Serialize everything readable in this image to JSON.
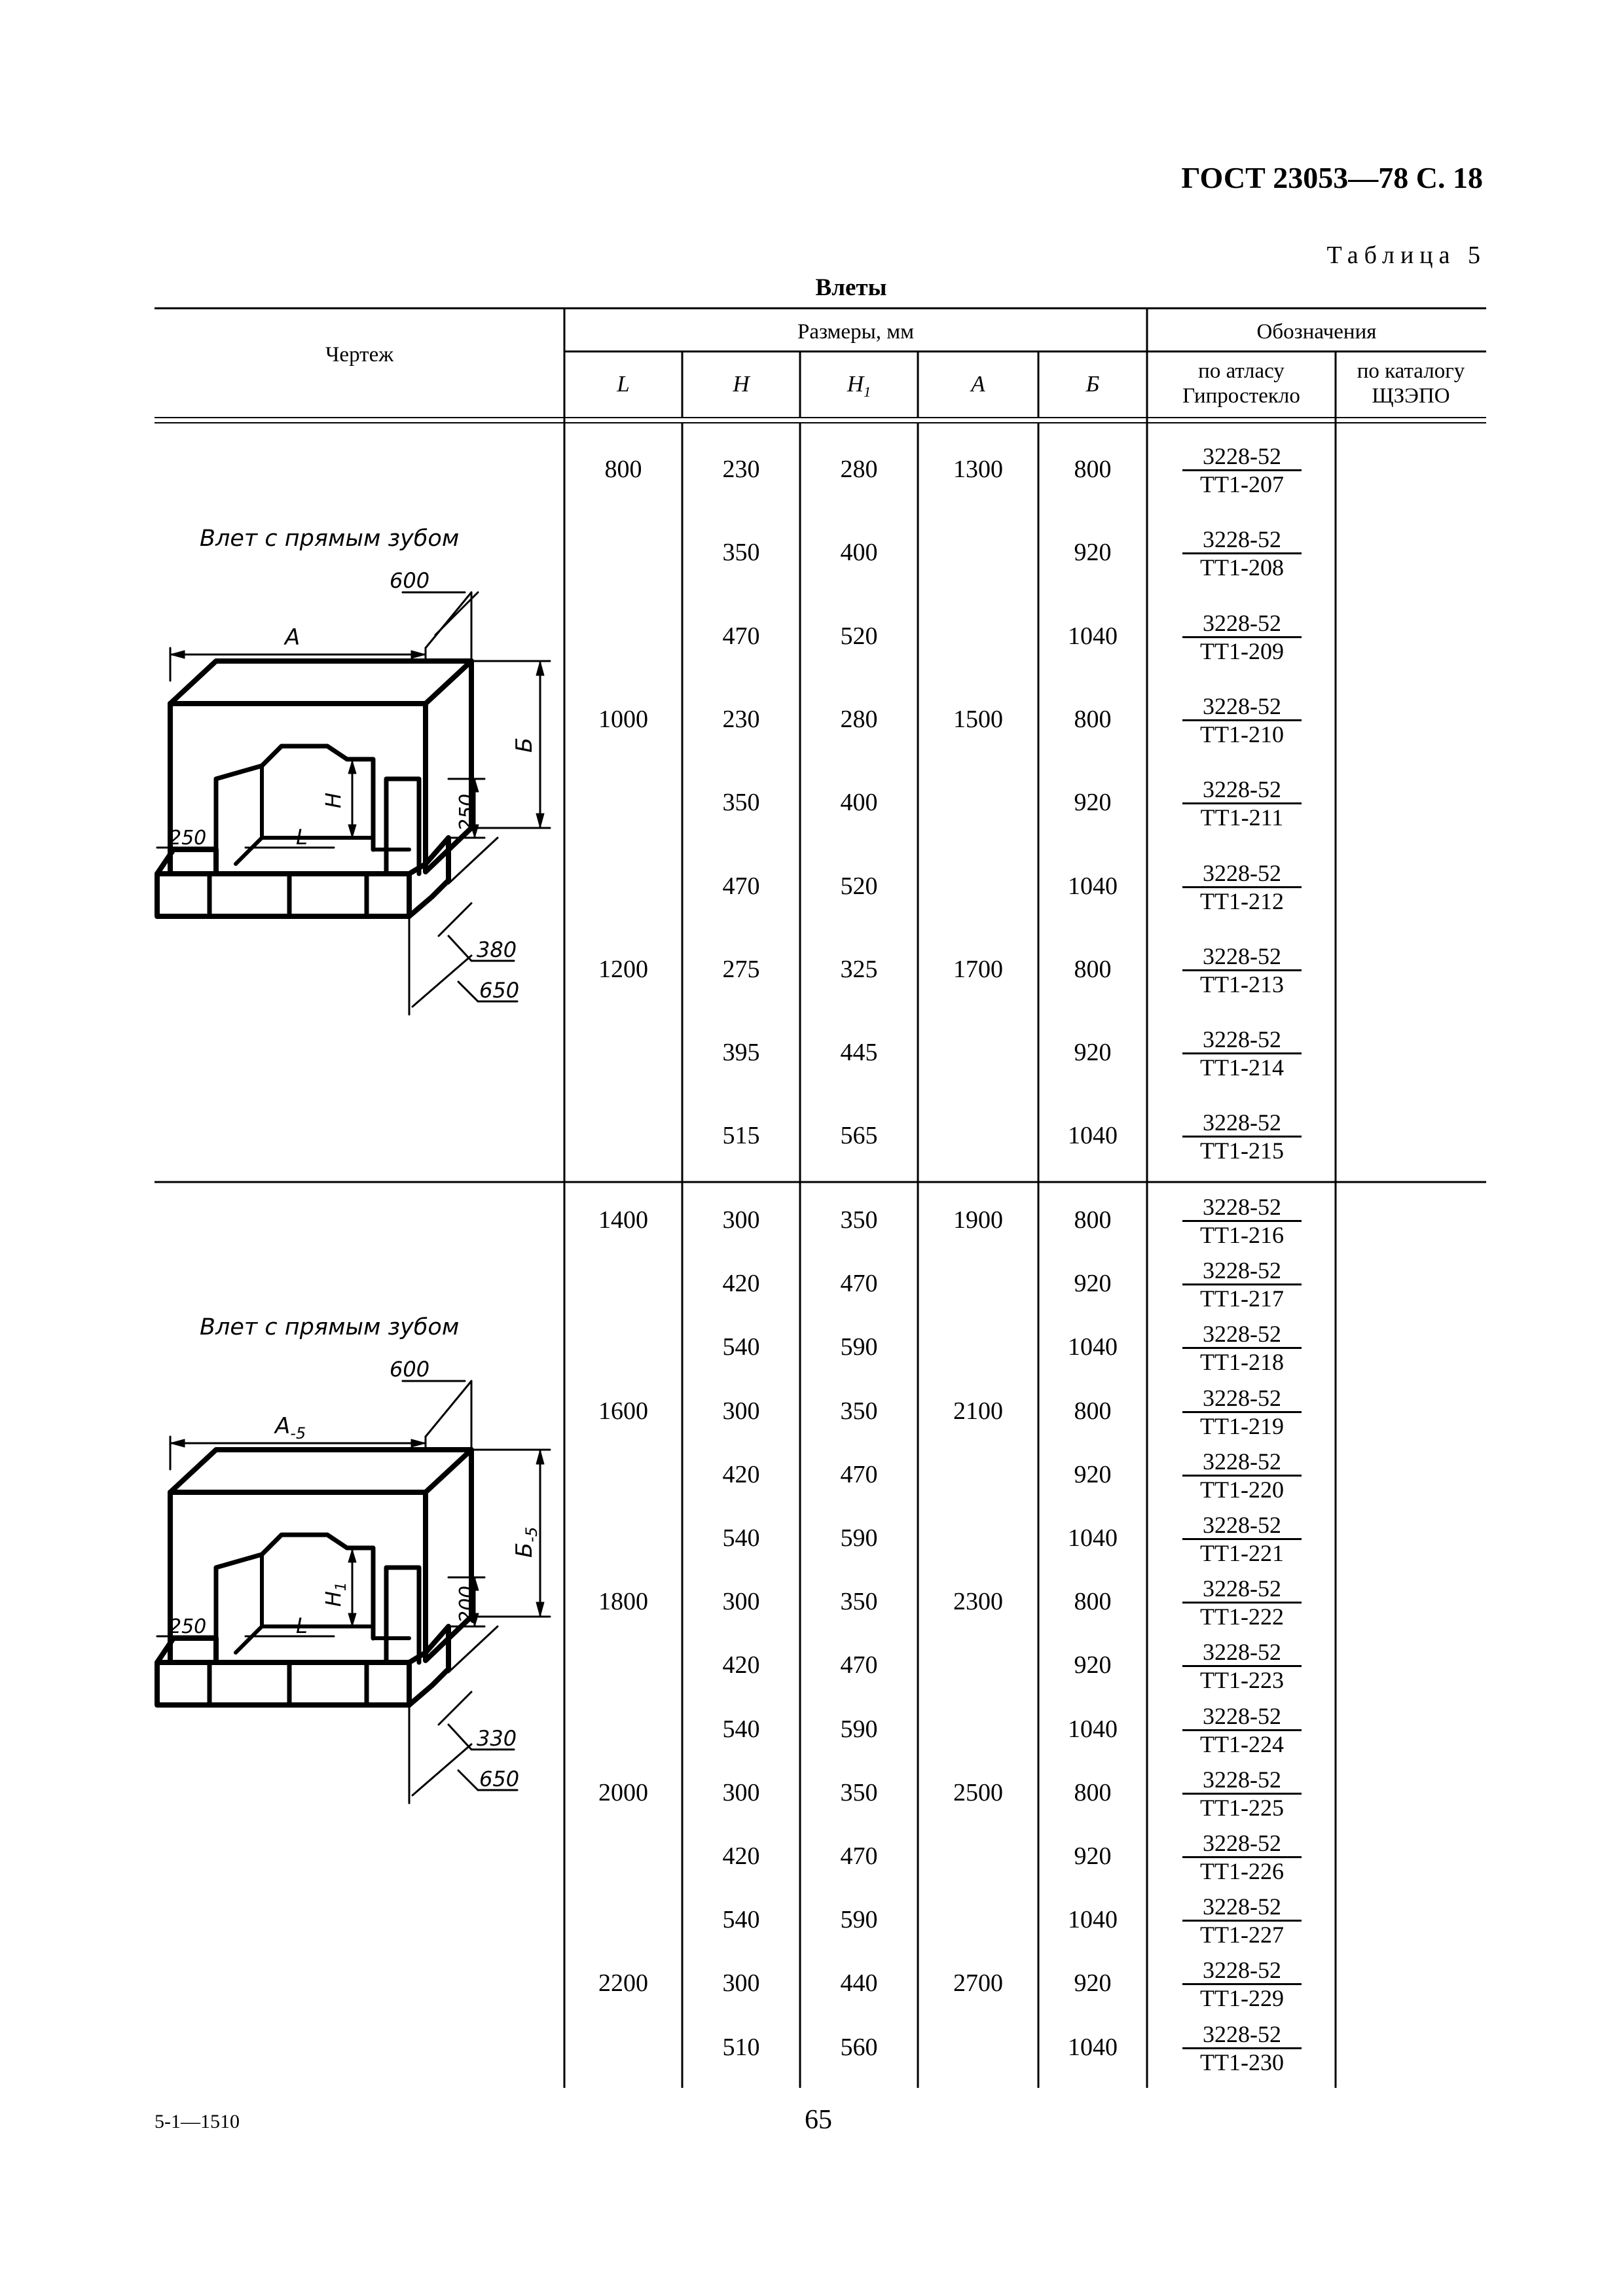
{
  "header": {
    "title": "ГОСТ 23053—78 С. 18"
  },
  "table": {
    "number_label": "Таблица 5",
    "title": "Влеты",
    "col_drawing": "Чертеж",
    "group_sizes": "Размеры, мм",
    "group_designations": "Обозначения",
    "col_L": "L",
    "col_H": "H",
    "col_H1": "H",
    "col_H1_sub": "1",
    "col_A": "A",
    "col_B": "Б",
    "col_atlas_line1": "по атласу",
    "col_atlas_line2": "Гипростекло",
    "col_catalog_line1": "по каталогу",
    "col_catalog_line2": "ЩЗЭПО"
  },
  "drawings": [
    {
      "title": "Влет с прямым зубом",
      "labels": {
        "top": "600",
        "a": "A",
        "b": "Б",
        "h": "H",
        "l": "L",
        "left": "250",
        "right": "250",
        "d1": "380",
        "d2": "650"
      }
    },
    {
      "title": "Влет с прямым зубом",
      "labels": {
        "top": "600",
        "a": "A",
        "a_sub": "-5",
        "b": "Б",
        "b_sub": "-5",
        "h": "H",
        "h_sub": "1",
        "l": "L",
        "left": "250",
        "right": "200",
        "d1": "330",
        "d2": "650"
      }
    }
  ],
  "section1": {
    "rows": [
      {
        "L": "800",
        "H": "230",
        "H1": "280",
        "A": "1300",
        "B": "800",
        "num": "3228-52",
        "den": "ТТ1-207"
      },
      {
        "L": "",
        "H": "350",
        "H1": "400",
        "A": "",
        "B": "920",
        "num": "3228-52",
        "den": "ТТ1-208"
      },
      {
        "L": "",
        "H": "470",
        "H1": "520",
        "A": "",
        "B": "1040",
        "num": "3228-52",
        "den": "ТТ1-209"
      },
      {
        "L": "1000",
        "H": "230",
        "H1": "280",
        "A": "1500",
        "B": "800",
        "num": "3228-52",
        "den": "ТТ1-210"
      },
      {
        "L": "",
        "H": "350",
        "H1": "400",
        "A": "",
        "B": "920",
        "num": "3228-52",
        "den": "ТТ1-211"
      },
      {
        "L": "",
        "H": "470",
        "H1": "520",
        "A": "",
        "B": "1040",
        "num": "3228-52",
        "den": "ТТ1-212"
      },
      {
        "L": "1200",
        "H": "275",
        "H1": "325",
        "A": "1700",
        "B": "800",
        "num": "3228-52",
        "den": "ТТ1-213"
      },
      {
        "L": "",
        "H": "395",
        "H1": "445",
        "A": "",
        "B": "920",
        "num": "3228-52",
        "den": "ТТ1-214"
      },
      {
        "L": "",
        "H": "515",
        "H1": "565",
        "A": "",
        "B": "1040",
        "num": "3228-52",
        "den": "ТТ1-215"
      }
    ]
  },
  "section2": {
    "rows": [
      {
        "L": "1400",
        "H": "300",
        "H1": "350",
        "A": "1900",
        "B": "800",
        "num": "3228-52",
        "den": "ТТ1-216"
      },
      {
        "L": "",
        "H": "420",
        "H1": "470",
        "A": "",
        "B": "920",
        "num": "3228-52",
        "den": "ТТ1-217"
      },
      {
        "L": "",
        "H": "540",
        "H1": "590",
        "A": "",
        "B": "1040",
        "num": "3228-52",
        "den": "ТТ1-218"
      },
      {
        "L": "1600",
        "H": "300",
        "H1": "350",
        "A": "2100",
        "B": "800",
        "num": "3228-52",
        "den": "ТТ1-219"
      },
      {
        "L": "",
        "H": "420",
        "H1": "470",
        "A": "",
        "B": "920",
        "num": "3228-52",
        "den": "ТТ1-220"
      },
      {
        "L": "",
        "H": "540",
        "H1": "590",
        "A": "",
        "B": "1040",
        "num": "3228-52",
        "den": "ТТ1-221"
      },
      {
        "L": "1800",
        "H": "300",
        "H1": "350",
        "A": "2300",
        "B": "800",
        "num": "3228-52",
        "den": "ТТ1-222"
      },
      {
        "L": "",
        "H": "420",
        "H1": "470",
        "A": "",
        "B": "920",
        "num": "3228-52",
        "den": "ТТ1-223"
      },
      {
        "L": "",
        "H": "540",
        "H1": "590",
        "A": "",
        "B": "1040",
        "num": "3228-52",
        "den": "ТТ1-224"
      },
      {
        "L": "2000",
        "H": "300",
        "H1": "350",
        "A": "2500",
        "B": "800",
        "num": "3228-52",
        "den": "ТТ1-225"
      },
      {
        "L": "",
        "H": "420",
        "H1": "470",
        "A": "",
        "B": "920",
        "num": "3228-52",
        "den": "ТТ1-226"
      },
      {
        "L": "",
        "H": "540",
        "H1": "590",
        "A": "",
        "B": "1040",
        "num": "3228-52",
        "den": "ТТ1-227"
      },
      {
        "L": "2200",
        "H": "300",
        "H1": "440",
        "A": "2700",
        "B": "920",
        "num": "3228-52",
        "den": "ТТ1-229"
      },
      {
        "L": "",
        "H": "510",
        "H1": "560",
        "A": "",
        "B": "1040",
        "num": "3228-52",
        "den": "ТТ1-230"
      }
    ]
  },
  "footer": {
    "left": "5-1—1510",
    "page_number": "65"
  }
}
